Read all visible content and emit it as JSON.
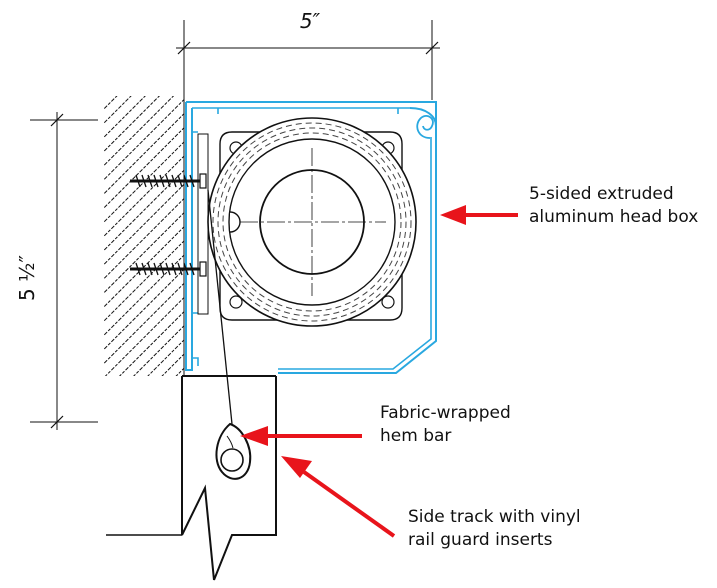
{
  "dimensions": {
    "width_label": "5″",
    "height_label": "5 ½″"
  },
  "callouts": [
    {
      "id": "head-box",
      "lines": [
        "5-sided extruded",
        "aluminum head box"
      ]
    },
    {
      "id": "hem-bar",
      "lines": [
        "Fabric-wrapped",
        "hem bar"
      ]
    },
    {
      "id": "side-track",
      "lines": [
        "Side track with vinyl",
        "rail guard inserts"
      ]
    }
  ],
  "colors": {
    "head_box": "#29a8e0",
    "arrow": "#e8141b",
    "line": "#111111",
    "dash": "#444444"
  }
}
